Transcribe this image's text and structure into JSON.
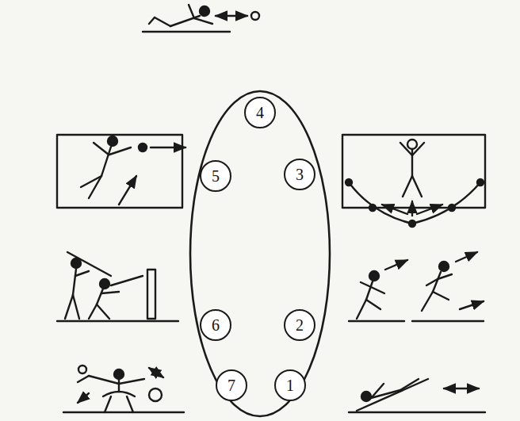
{
  "diagram": {
    "nodes": [
      {
        "text": [
          "4"
        ]
      },
      {
        "text": [
          "5"
        ]
      },
      {
        "text": [
          "3"
        ]
      },
      {
        "text": [
          "6"
        ]
      },
      {
        "text": [
          "2"
        ]
      },
      {
        "text": [
          "7"
        ]
      },
      {
        "text": [
          "1"
        ]
      }
    ]
  }
}
